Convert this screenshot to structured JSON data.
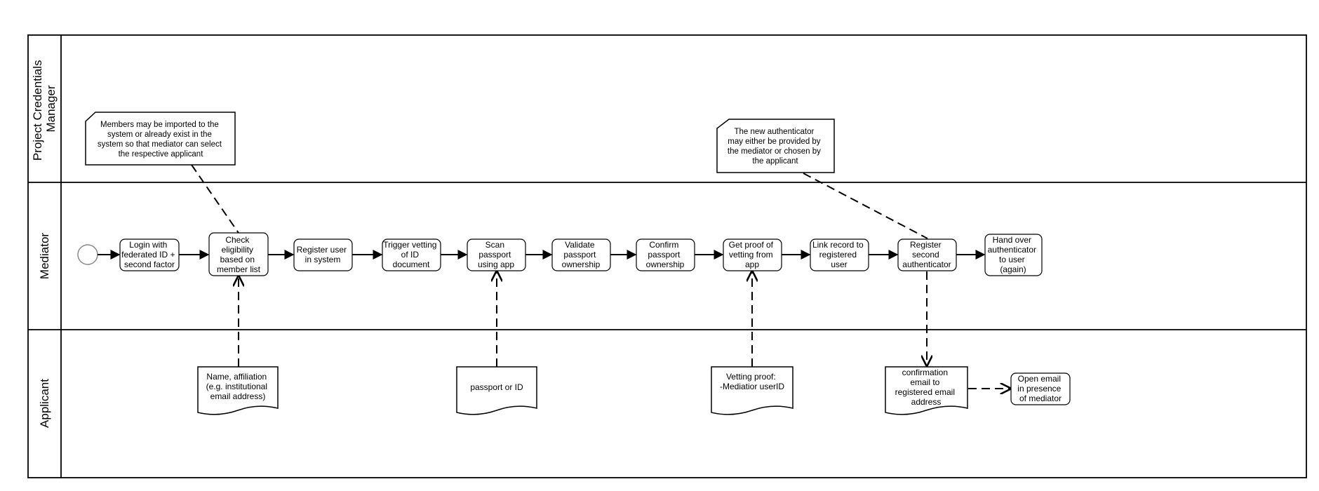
{
  "lanes": [
    {
      "id": "pcm",
      "label_lines": [
        "Project Credentials",
        "Manager"
      ]
    },
    {
      "id": "mediator",
      "label_lines": [
        "Mediator"
      ]
    },
    {
      "id": "applicant",
      "label_lines": [
        "Applicant"
      ]
    }
  ],
  "tasks": [
    {
      "id": "t1",
      "lines": [
        "Login with",
        "federated ID +",
        "second factor"
      ]
    },
    {
      "id": "t2",
      "lines": [
        "Check",
        "eligibility",
        "based on",
        "member list"
      ]
    },
    {
      "id": "t3",
      "lines": [
        "Register user",
        "in system"
      ]
    },
    {
      "id": "t4",
      "lines": [
        "Trigger vetting",
        "of  ID",
        "document"
      ]
    },
    {
      "id": "t5",
      "lines": [
        "Scan",
        "passport",
        "using app"
      ]
    },
    {
      "id": "t6",
      "lines": [
        "Validate",
        "passport",
        "ownership"
      ]
    },
    {
      "id": "t7",
      "lines": [
        "Confirm",
        "passport",
        "ownership"
      ]
    },
    {
      "id": "t8",
      "lines": [
        "Get proof of",
        "vetting from",
        "app"
      ]
    },
    {
      "id": "t9",
      "lines": [
        "Link record to",
        "registered",
        "user"
      ]
    },
    {
      "id": "t10",
      "lines": [
        "Register",
        "second",
        "authenticator"
      ]
    },
    {
      "id": "t11",
      "lines": [
        "Hand over",
        "authenticator",
        "to user",
        "(again)"
      ]
    },
    {
      "id": "t12",
      "lines": [
        "Open email",
        "in presence",
        "of mediator"
      ]
    }
  ],
  "notes": [
    {
      "id": "n1",
      "lines": [
        "Members may be imported to the",
        "system or already exist in the",
        "system so that mediator can select",
        "the respective applicant"
      ]
    },
    {
      "id": "n2",
      "lines": [
        "The new authenticator",
        "may either be provided by",
        "the mediator or chosen by",
        "the applicant"
      ]
    }
  ],
  "documents": [
    {
      "id": "d1",
      "lines": [
        "Name, affiliation",
        "(e.g. institutional",
        "email address)"
      ]
    },
    {
      "id": "d2",
      "lines": [
        "passport or ID"
      ]
    },
    {
      "id": "d3",
      "lines": [
        "Vetting proof:",
        "-Mediatior userID"
      ]
    },
    {
      "id": "d4",
      "lines": [
        "confirmation",
        "email to",
        "registered email",
        "address"
      ]
    }
  ],
  "colors": {
    "stroke": "#000000",
    "start_event": "#888888",
    "background": "#ffffff"
  }
}
